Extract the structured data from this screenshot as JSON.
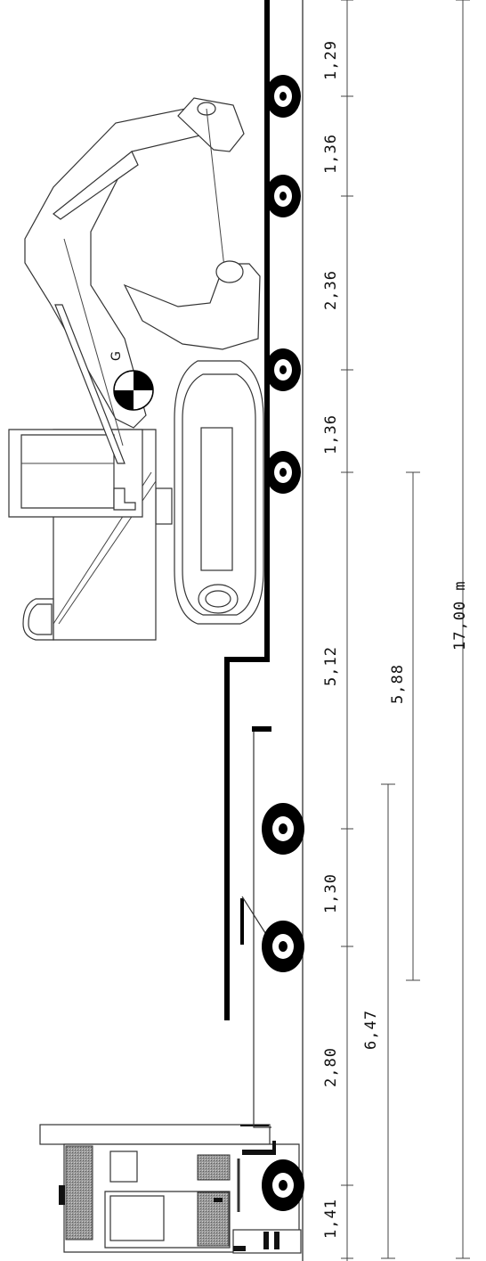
{
  "figure": {
    "center_of_gravity_label": "G",
    "colors": {
      "ink": "#000000",
      "hatch": "#8c8c8c",
      "paper": "#ffffff",
      "line": "#444444"
    }
  },
  "dimensions": {
    "axle_spacings": [
      "1,41",
      "2,80",
      "1,30",
      "5,12",
      "1,36",
      "2,36",
      "1,36",
      "1,29"
    ],
    "spans": {
      "tractor_span": "6,47",
      "trailer_span": "5,88",
      "total_length": "17,00 m"
    }
  }
}
